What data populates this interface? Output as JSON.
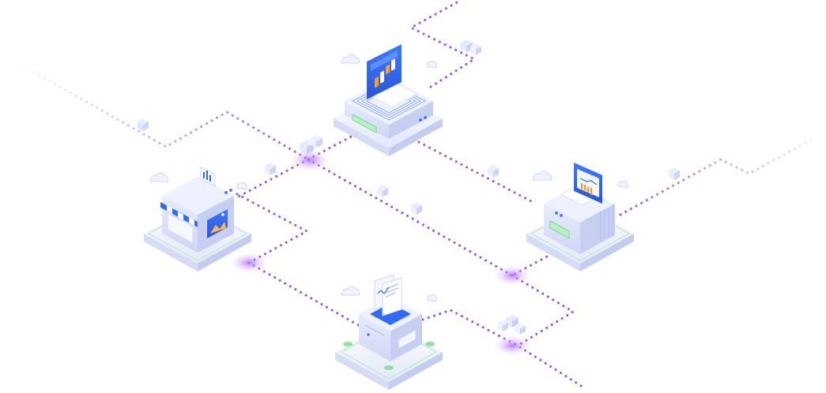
{
  "diagram": {
    "type": "isometric-network-illustration",
    "nodes": [
      {
        "id": "top",
        "kind": "laptop-with-chart-screen"
      },
      {
        "id": "left",
        "kind": "storefront-shop"
      },
      {
        "id": "right",
        "kind": "printer-with-report-screen"
      },
      {
        "id": "bottom",
        "kind": "document-data-box"
      }
    ],
    "connectors": {
      "style": "dotted",
      "color": "#9a4dff"
    },
    "junction_glow_color": "#b56cff",
    "block_color": "#dfe6ff",
    "accent_blue": "#2f6bff",
    "accent_orange": "#ff9d1f"
  }
}
